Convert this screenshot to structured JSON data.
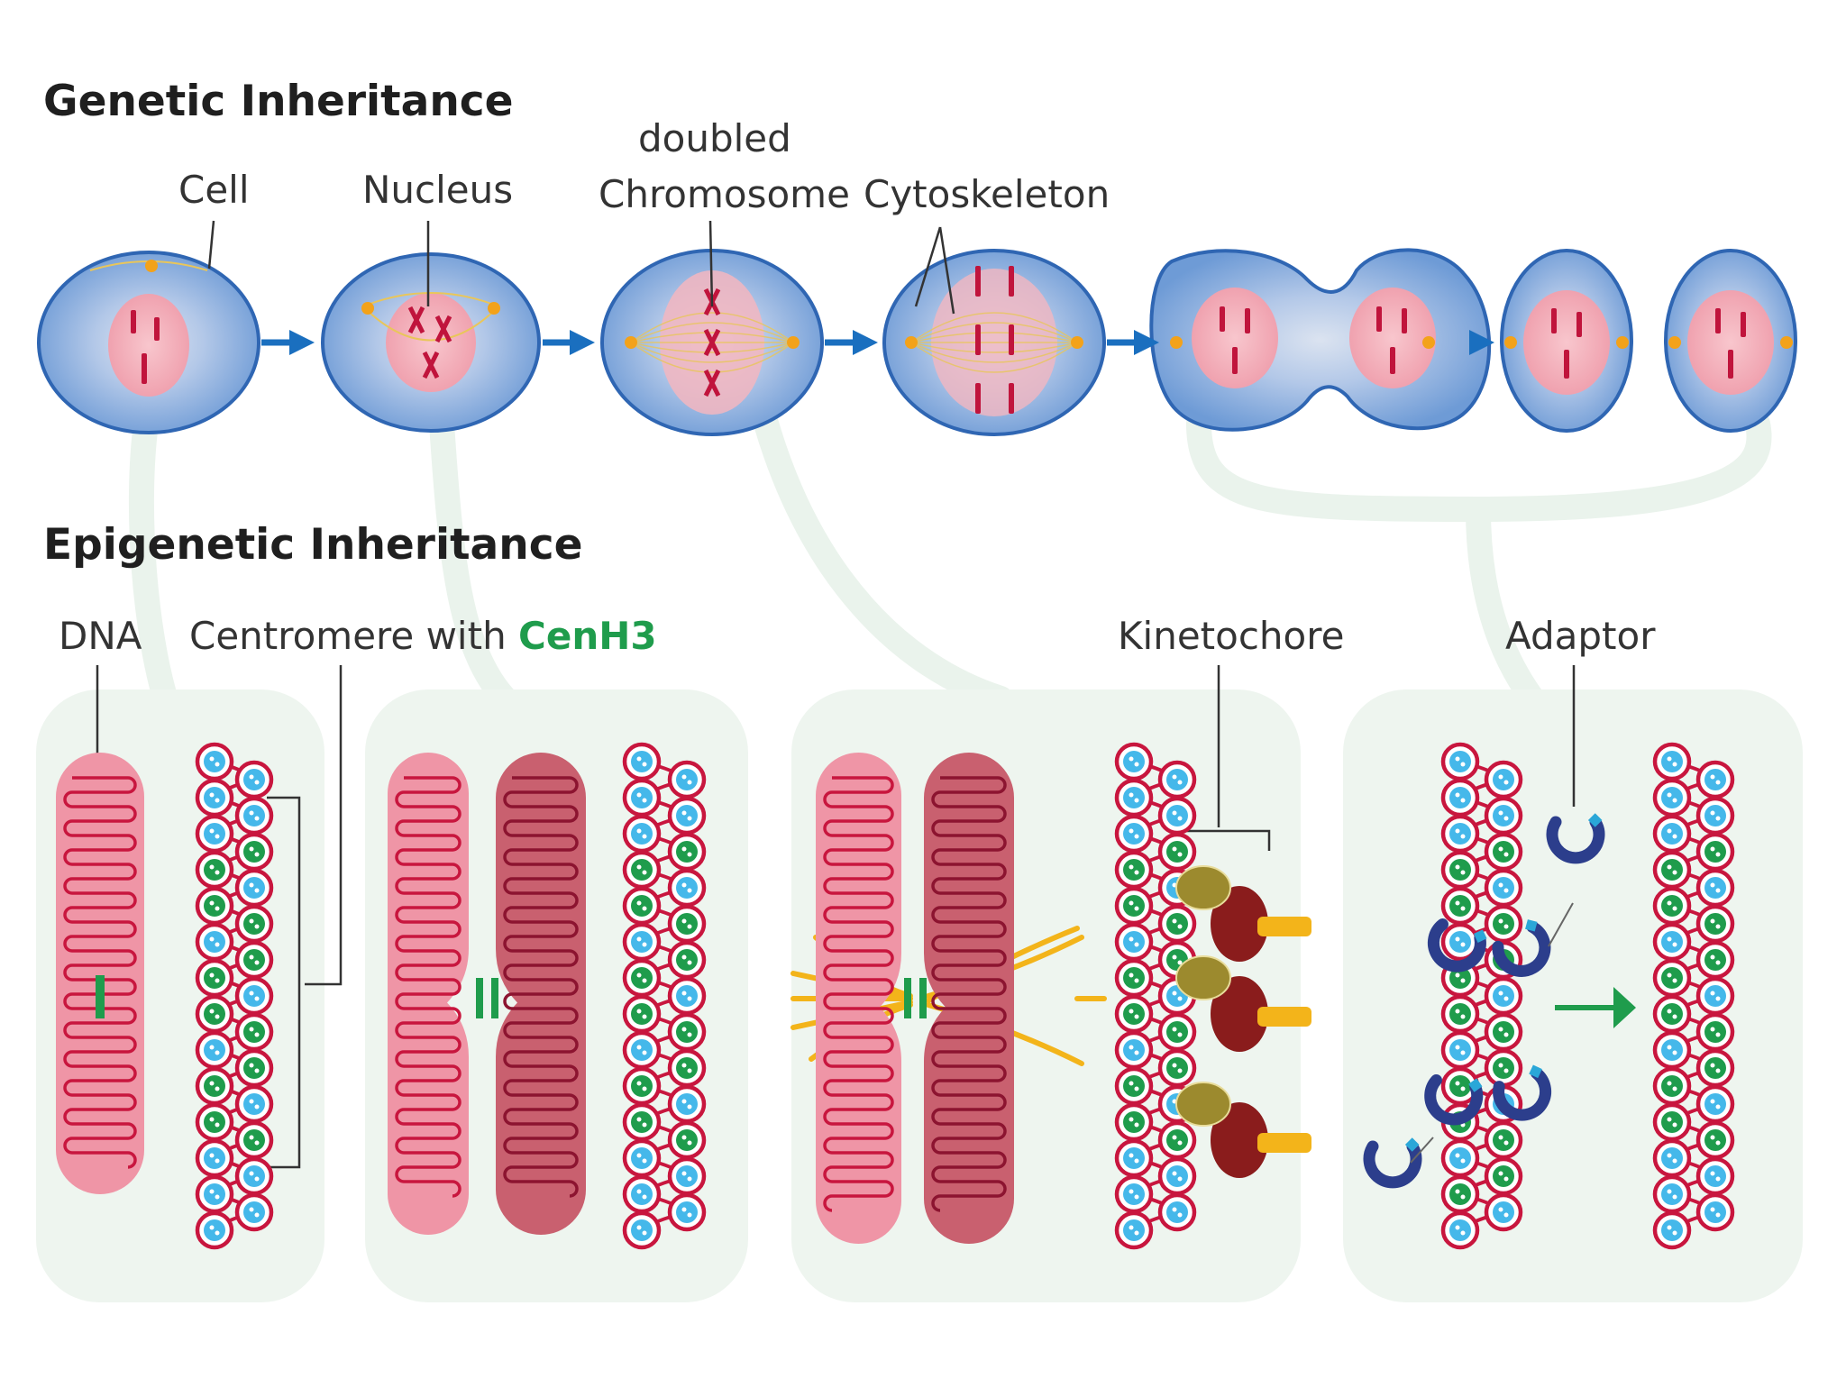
{
  "titles": {
    "genetic": "Genetic Inheritance",
    "epigenetic": "Epigenetic Inheritance"
  },
  "labels": {
    "cell": "Cell",
    "nucleus": "Nucleus",
    "doubled": "doubled",
    "chromosome": "Chromosome",
    "cytoskeleton": "Cytoskeleton",
    "dna": "DNA",
    "centromere_prefix": "Centromere with ",
    "cenh3": "CenH3",
    "kinetochore": "Kinetochore",
    "adaptor": "Adaptor"
  },
  "colors": {
    "cell_fill": "#7aa6dc",
    "cell_stroke": "#2f66b3",
    "nucleus": "#f0a8b4",
    "chromosome": "#c0143c",
    "arrow": "#1a6fbf",
    "panel": "#eef5ef",
    "cenh3": "#1f9c4c",
    "h3_blue": "#45b8ea",
    "spindle": "#f3b41a",
    "kinetochore_olive": "#9c8a2e",
    "kinetochore_red": "#8a1c1c",
    "adaptor": "#2c3e8c",
    "green_arrow": "#1f9c4c"
  }
}
